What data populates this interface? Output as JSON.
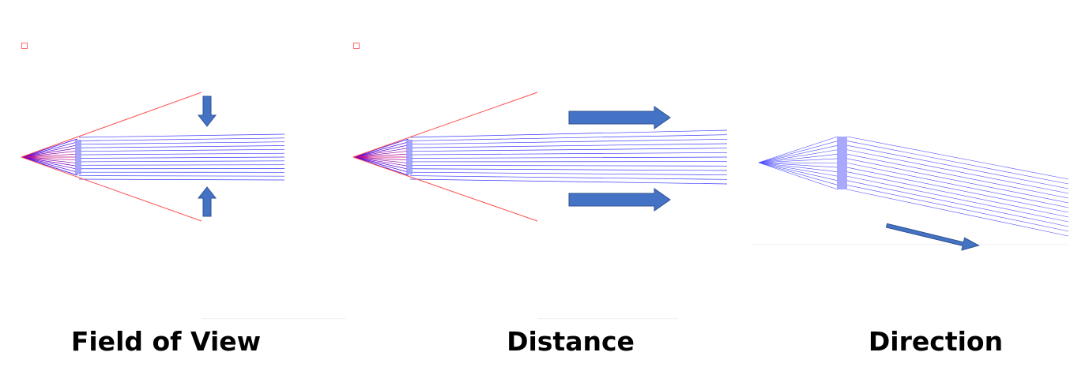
{
  "captions": {
    "fov": "Field of View",
    "distance": "Distance",
    "direction": "Direction"
  },
  "colors": {
    "ray": "#0000ff",
    "fov_edge": "#ff0000",
    "arrow_fill": "#4472c4",
    "arrow_stroke": "#2f528f",
    "lens": "#9999ff"
  },
  "icons": {
    "corner_marker": "small-square-icon",
    "arrow": "block-arrow-icon"
  }
}
